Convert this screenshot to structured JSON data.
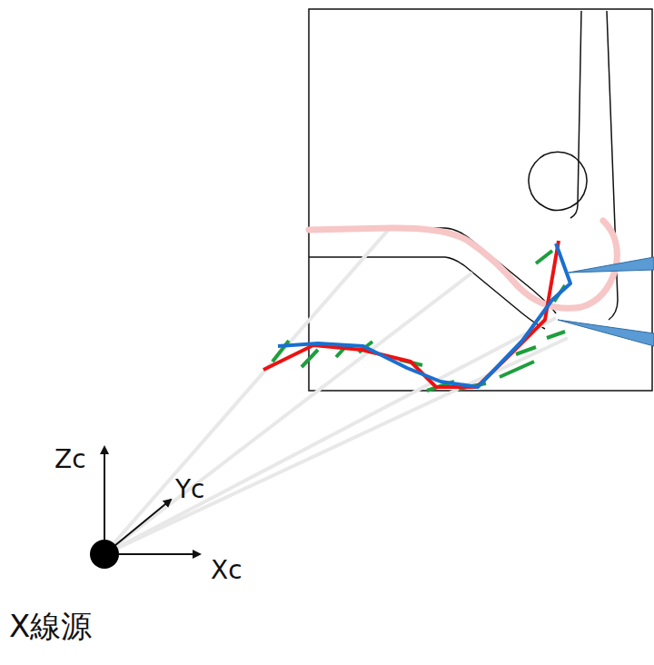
{
  "diagram": {
    "labels": [
      "Zc",
      "Yc",
      "Xc",
      "X線源"
    ]
  }
}
